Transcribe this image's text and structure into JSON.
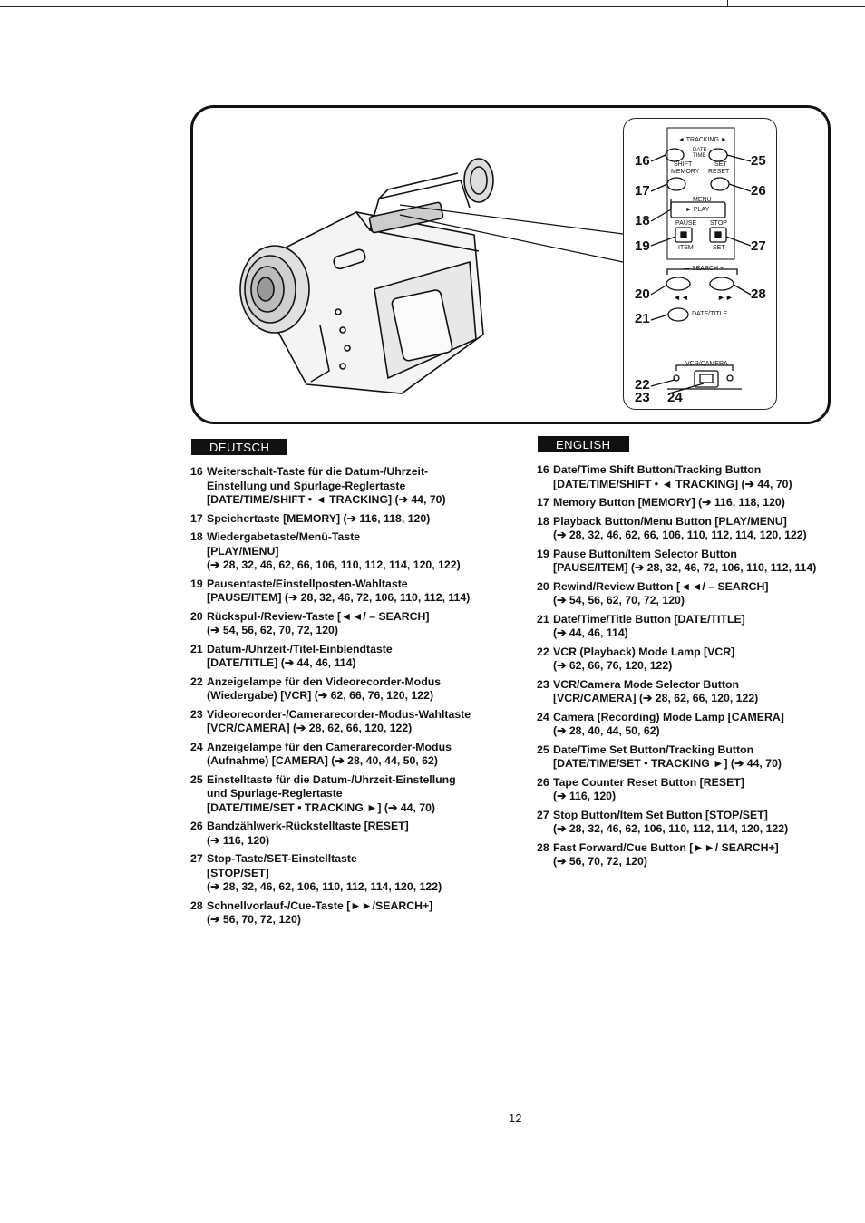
{
  "figure": {
    "panel": {
      "labels": {
        "tracking": "◄ TRACKING ►",
        "date_time": "DATE TIME",
        "shift": "SHIFT",
        "set": "SET",
        "memory": "MEMORY",
        "reset": "RESET",
        "menu": "MENU",
        "play": "► PLAY",
        "pause": "PAUSE",
        "stop": "STOP",
        "item": "ITEM",
        "set2": "SET",
        "search": "— SEARCH +",
        "rew": "◄◄",
        "ff": "►►",
        "date_title": "DATE/TITLE",
        "vcr_camera": "VCR/CAMERA"
      },
      "callouts": [
        "16",
        "17",
        "18",
        "19",
        "20",
        "21",
        "22",
        "23",
        "24",
        "25",
        "26",
        "27",
        "28"
      ]
    }
  },
  "deutsch": {
    "heading": "DEUTSCH",
    "entries": [
      {
        "num": "16",
        "lines": [
          "Weiterschalt-Taste für die Datum-/Uhrzeit-",
          "Einstellung und Spurlage-Reglertaste",
          "[DATE/TIME/SHIFT • ◄ TRACKING] (➔ 44, 70)"
        ]
      },
      {
        "num": "17",
        "lines": [
          "Speichertaste [MEMORY] (➔ 116, 118, 120)"
        ]
      },
      {
        "num": "18",
        "lines": [
          "Wiedergabetaste/Menü-Taste",
          "[PLAY/MENU]",
          "(➔ 28, 32, 46, 62, 66, 106, 110, 112, 114, 120, 122)"
        ]
      },
      {
        "num": "19",
        "lines": [
          "Pausentaste/Einstellposten-Wahltaste",
          "[PAUSE/ITEM] (➔ 28, 32, 46, 72, 106, 110, 112, 114)"
        ]
      },
      {
        "num": "20",
        "lines": [
          "Rückspul-/Review-Taste [◄◄/ – SEARCH]",
          "(➔ 54, 56, 62, 70, 72, 120)"
        ]
      },
      {
        "num": "21",
        "lines": [
          "Datum-/Uhrzeit-/Titel-Einblendtaste",
          "[DATE/TITLE] (➔ 44, 46, 114)"
        ]
      },
      {
        "num": "22",
        "lines": [
          "Anzeigelampe für den Videorecorder-Modus",
          "(Wiedergabe) [VCR] (➔ 62, 66, 76, 120, 122)"
        ]
      },
      {
        "num": "23",
        "lines": [
          "Videorecorder-/Camerarecorder-Modus-Wahltaste",
          "[VCR/CAMERA] (➔ 28, 62, 66, 120, 122)"
        ]
      },
      {
        "num": "24",
        "lines": [
          "Anzeigelampe für den Camerarecorder-Modus",
          "(Aufnahme) [CAMERA] (➔ 28, 40, 44, 50, 62)"
        ]
      },
      {
        "num": "25",
        "lines": [
          "Einstelltaste für die Datum-/Uhrzeit-Einstellung",
          "und Spurlage-Reglertaste",
          "[DATE/TIME/SET • TRACKING ►] (➔ 44, 70)"
        ]
      },
      {
        "num": "26",
        "lines": [
          "Bandzählwerk-Rückstelltaste [RESET]",
          "(➔ 116, 120)"
        ]
      },
      {
        "num": "27",
        "lines": [
          "Stop-Taste/SET-Einstelltaste",
          "[STOP/SET]",
          "(➔ 28, 32, 46, 62, 106, 110, 112, 114, 120, 122)"
        ]
      },
      {
        "num": "28",
        "lines": [
          "Schnellvorlauf-/Cue-Taste [►►/SEARCH+]",
          "(➔ 56, 70, 72, 120)"
        ]
      }
    ]
  },
  "english": {
    "heading": "ENGLISH",
    "entries": [
      {
        "num": "16",
        "lines": [
          "Date/Time Shift Button/Tracking Button",
          "[DATE/TIME/SHIFT • ◄ TRACKING] (➔ 44, 70)"
        ]
      },
      {
        "num": "17",
        "lines": [
          "Memory Button [MEMORY] (➔ 116, 118, 120)"
        ]
      },
      {
        "num": "18",
        "lines": [
          "Playback Button/Menu Button [PLAY/MENU]",
          "(➔ 28, 32, 46, 62, 66, 106, 110, 112, 114, 120, 122)"
        ]
      },
      {
        "num": "19",
        "lines": [
          "Pause Button/Item Selector Button",
          "[PAUSE/ITEM] (➔ 28, 32, 46, 72, 106, 110, 112, 114)"
        ]
      },
      {
        "num": "20",
        "lines": [
          "Rewind/Review Button [◄◄/ – SEARCH]",
          "(➔ 54, 56, 62, 70, 72, 120)"
        ]
      },
      {
        "num": "21",
        "lines": [
          "Date/Time/Title Button [DATE/TITLE]",
          "(➔ 44, 46, 114)"
        ]
      },
      {
        "num": "22",
        "lines": [
          "VCR (Playback) Mode Lamp [VCR]",
          "(➔ 62, 66, 76, 120, 122)"
        ]
      },
      {
        "num": "23",
        "lines": [
          "VCR/Camera Mode Selector Button",
          "[VCR/CAMERA] (➔ 28, 62, 66, 120, 122)"
        ]
      },
      {
        "num": "24",
        "lines": [
          "Camera (Recording) Mode Lamp [CAMERA]",
          "(➔ 28, 40, 44, 50, 62)"
        ]
      },
      {
        "num": "25",
        "lines": [
          "Date/Time Set Button/Tracking Button",
          "[DATE/TIME/SET • TRACKING ►] (➔ 44, 70)"
        ]
      },
      {
        "num": "26",
        "lines": [
          "Tape Counter Reset Button [RESET]",
          "(➔ 116, 120)"
        ]
      },
      {
        "num": "27",
        "lines": [
          "Stop Button/Item Set Button [STOP/SET]",
          "(➔ 28, 32, 46, 62, 106, 110, 112, 114, 120, 122)"
        ]
      },
      {
        "num": "28",
        "lines": [
          "Fast Forward/Cue Button [►►/ SEARCH+]",
          "(➔ 56, 70, 72, 120)"
        ]
      }
    ]
  },
  "page_number": "12"
}
